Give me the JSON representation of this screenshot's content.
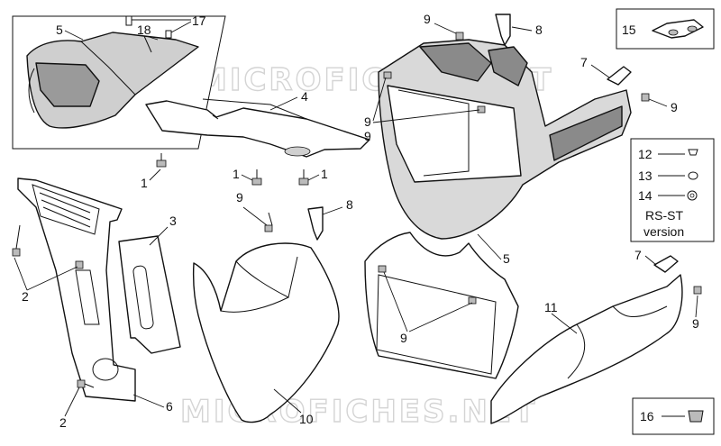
{
  "watermark": "MICROFICHES.NET",
  "labels": {
    "inset_5": "5",
    "inset_18": "18",
    "inset_17": "17",
    "p4": "4",
    "p1_left": "1",
    "p1_mid": "1",
    "p1_right": "1",
    "p2_top": "2",
    "p2_bottom": "2",
    "p3": "3",
    "p6": "6",
    "p9_mid": "9",
    "p8_mid": "8",
    "p10": "10",
    "p9_top": "9",
    "p8_top": "8",
    "p9_left_a": "9",
    "p9_left_b": "9",
    "p7_top": "7",
    "p9_right_top": "9",
    "p5_mid": "5",
    "p9_panel": "9",
    "p11": "11",
    "p7_bottom": "7",
    "p9_right_bottom": "9"
  },
  "legend": {
    "box15": "15",
    "items": [
      {
        "num": "12"
      },
      {
        "num": "13"
      },
      {
        "num": "14"
      }
    ],
    "version_line1": "RS-ST",
    "version_line2": "version",
    "box16": "16"
  }
}
